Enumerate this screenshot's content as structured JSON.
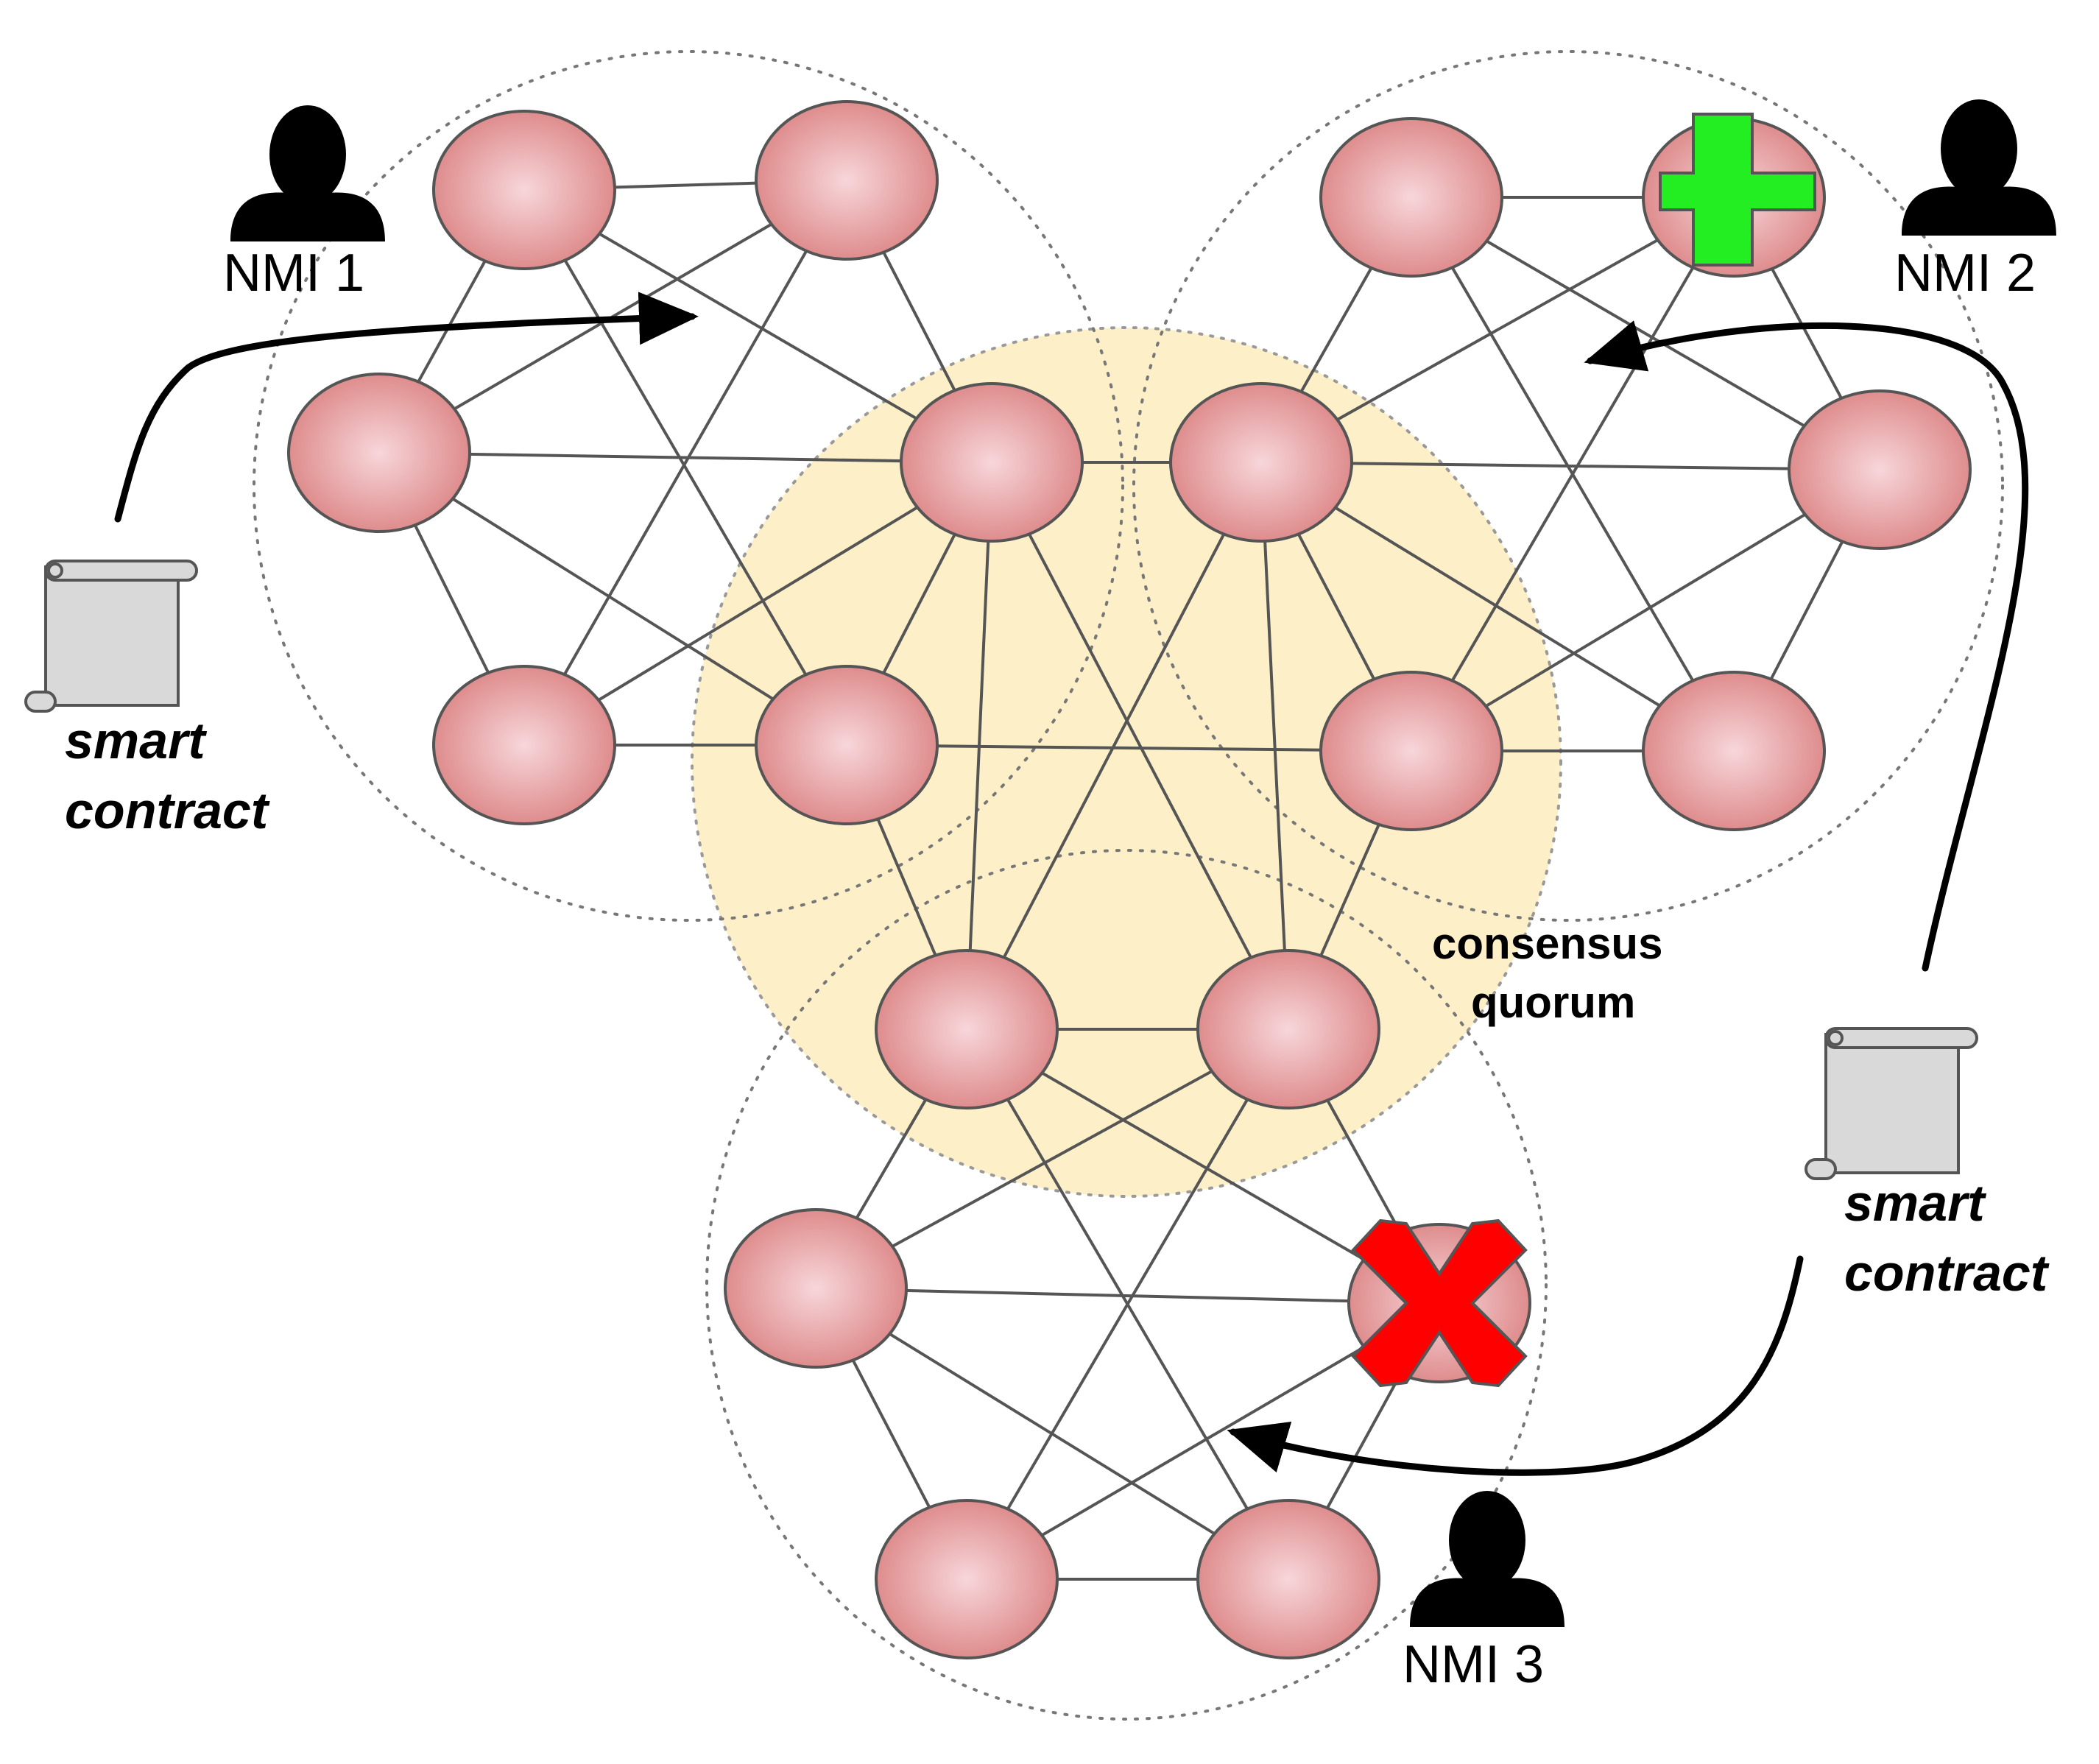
{
  "labels": {
    "nmi1": "NMI 1",
    "nmi2": "NMI 2",
    "nmi3": "NMI 3",
    "smart_contract_left": [
      "smart",
      "contract"
    ],
    "smart_contract_right": [
      "smart",
      "contract"
    ],
    "consensus_quorum": [
      "consensus",
      "quorum"
    ]
  },
  "colors": {
    "node_center": "#f7d6da",
    "node_edge": "#dc8585",
    "node_stroke": "#555555",
    "quorum_fill": "#fdf0c8",
    "add_marker": "#22ee22",
    "remove_marker": "#ff0000",
    "scroll_fill": "#d9d9d9"
  },
  "markers": {
    "added_node": "plus-marker",
    "removed_node": "x-marker"
  },
  "icons": [
    "user-icon",
    "scroll-icon"
  ]
}
